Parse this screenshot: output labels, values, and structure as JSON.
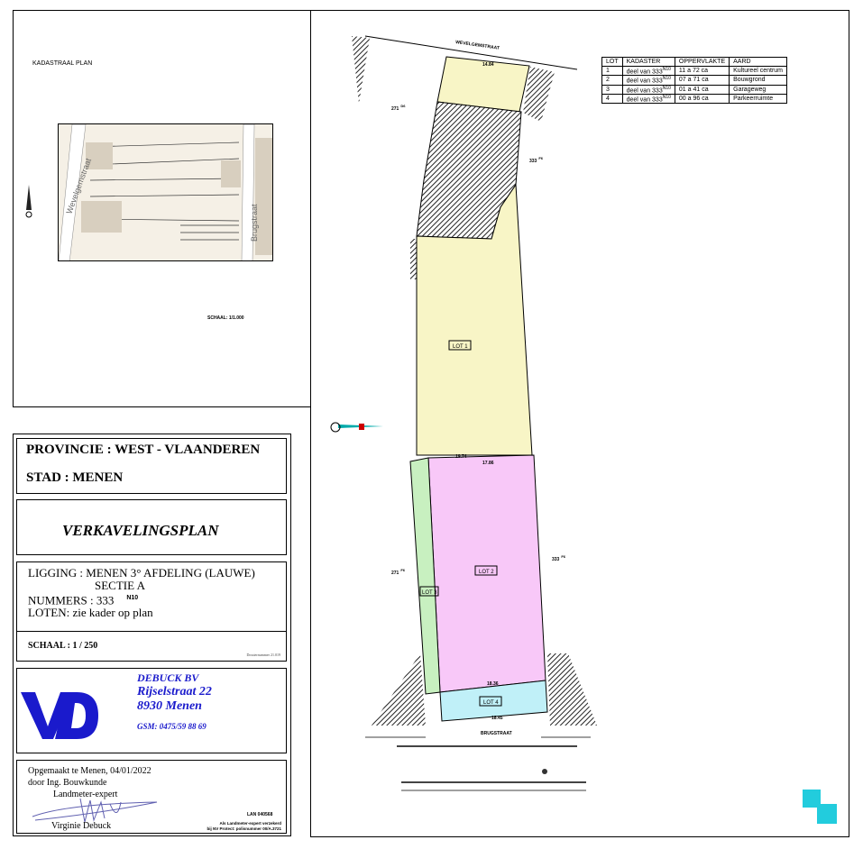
{
  "kadastraal": {
    "title": "KADASTRAAL PLAN",
    "scale": "SCHAAL: 1/1.000",
    "streets": [
      "Wevelgemstraat",
      "Brugstraat"
    ]
  },
  "title_block": {
    "provincie": "PROVINCIE : WEST - VLAANDEREN",
    "stad": "STAD : MENEN",
    "plan_title": "VERKAVELINGSPLAN",
    "ligging": "LIGGING  : MENEN 3° AFDELING (LAUWE)",
    "sectie": "SECTIE A",
    "nummers": "NUMMERS : 333",
    "nummers_exp": "N10",
    "loten": "LOTEN: zie kader op plan",
    "schaal": "SCHAAL : 1 / 250",
    "dossier": "Dossiernummer 21.019"
  },
  "company": {
    "logo": "VD",
    "name": "DEBUCK BV",
    "street": "Rijselstraat 22",
    "city": "8930   Menen",
    "gsm": "GSM: 0475/59 88 69",
    "color": "#1a1acc"
  },
  "signature": {
    "line1": "Opgemaakt te Menen, 04/01/2022",
    "line2": "door Ing. Bouwkunde",
    "line3": "Landmeter-expert",
    "name": "Virginie Debuck",
    "lan": "LAN 040568",
    "ins1": "Als Landmeter-expert verzekerd",
    "ins2": "bij NV Protect: polisnummer 00/A.3721"
  },
  "lot_table": {
    "headers": [
      "LOT",
      "KADASTER",
      "OPPERVLAKTE",
      "AARD"
    ],
    "rows": [
      [
        "1",
        "deel van 333",
        "N10",
        "11 a 72 ca",
        "Kultureel centrum"
      ],
      [
        "2",
        "deel van 333",
        "N10",
        "07 a 71 ca",
        "Bouwgrond"
      ],
      [
        "3",
        "deel van 333",
        "N10",
        "01 a 41 ca",
        "Garageweg"
      ],
      [
        "4",
        "deel van 333",
        "N10",
        "00 a 96 ca",
        "Parkeerruimte"
      ]
    ]
  },
  "plan": {
    "street_top": "WEVELGEMSTRAAT",
    "street_bottom": "BRUGSTRAAT",
    "lot1": "LOT 1",
    "lot2": "LOT 2",
    "lot3": "LOT 3",
    "lot4": "LOT 4",
    "parcel_left": "271",
    "parcel_left_exp": "D6",
    "parcel_left2": "271",
    "parcel_left2_exp": "F6",
    "parcel_right": "333",
    "parcel_right_exp": "F6",
    "parcel_right2": "333",
    "parcel_right2_exp": "F6",
    "dim_top": "14.84",
    "dim_mid": "19.74",
    "dim_mid2": "17.86",
    "dim_lot4_top": "18.36",
    "dim_lot4_bottom": "18.45",
    "colors": {
      "lot1": "#f8f5c6",
      "lot2": "#f8c8f8",
      "lot3": "#c8f0c0",
      "lot4": "#c0f0f8"
    }
  }
}
